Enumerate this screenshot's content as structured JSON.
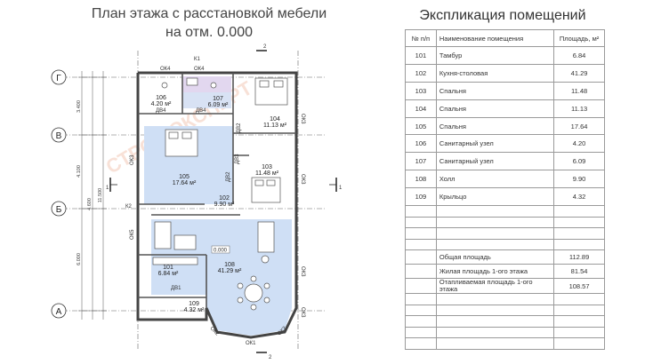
{
  "plan": {
    "title_line1": "План этажа с расстановкой мебели",
    "title_line2": "на отм. 0.000",
    "axes": {
      "g": "Г",
      "v": "В",
      "b": "Б",
      "a": "А"
    },
    "section_mark": "1",
    "section_mark_top": "2",
    "level_mark": "0.000",
    "dims": [
      "3.400",
      "4.100",
      "4.600",
      "11.500",
      "6.000"
    ],
    "windows": [
      "ОК4",
      "ОК4",
      "ОК3",
      "ОК3",
      "ОК3",
      "ОК5",
      "ОК3",
      "ОК2",
      "ОК1",
      "ОК2",
      "ОК3",
      "К1",
      "К2"
    ],
    "doors": [
      "ДВ4",
      "ДВ4",
      "ДВ2",
      "ДВ3",
      "ДВ2",
      "ДВ1"
    ],
    "rooms": [
      {
        "num": "106",
        "area": "4.20 м²"
      },
      {
        "num": "107",
        "area": "6.09 м²"
      },
      {
        "num": "104",
        "area": "11.13 м²"
      },
      {
        "num": "105",
        "area": "17.64 м²"
      },
      {
        "num": "103",
        "area": "11.48 м²"
      },
      {
        "num": "102",
        "area": "9.90 м²"
      },
      {
        "num": "101",
        "area": "6.84 м²"
      },
      {
        "num": "108",
        "area": "41.29 м²"
      },
      {
        "num": "109",
        "area": "4.32 м²"
      }
    ],
    "watermark": "СТРОЙ ЭКСПЕРТ"
  },
  "explication": {
    "title": "Экспликация помещений",
    "headers": {
      "num": "№ п/п",
      "name": "Наименование помещения",
      "area": "Площадь, м²"
    },
    "rows": [
      {
        "num": "101",
        "name": "Тамбур",
        "area": "6.84"
      },
      {
        "num": "102",
        "name": "Кухня-столовая",
        "area": "41.29"
      },
      {
        "num": "103",
        "name": "Спальня",
        "area": "11.48"
      },
      {
        "num": "104",
        "name": "Спальня",
        "area": "11.13"
      },
      {
        "num": "105",
        "name": "Спальня",
        "area": "17.64"
      },
      {
        "num": "106",
        "name": "Санитарный узел",
        "area": "4.20"
      },
      {
        "num": "107",
        "name": "Санитарный узел",
        "area": "6.09"
      },
      {
        "num": "108",
        "name": "Холл",
        "area": "9.90"
      },
      {
        "num": "109",
        "name": "Крыльцо",
        "area": "4.32"
      }
    ],
    "totals": [
      {
        "name": "Общая площадь",
        "area": "112.89"
      },
      {
        "name": "Жилая площадь 1-ого этажа",
        "area": "81.54"
      },
      {
        "name": "Отапливаемая площадь 1-ого этажа",
        "area": "108.57"
      }
    ]
  }
}
